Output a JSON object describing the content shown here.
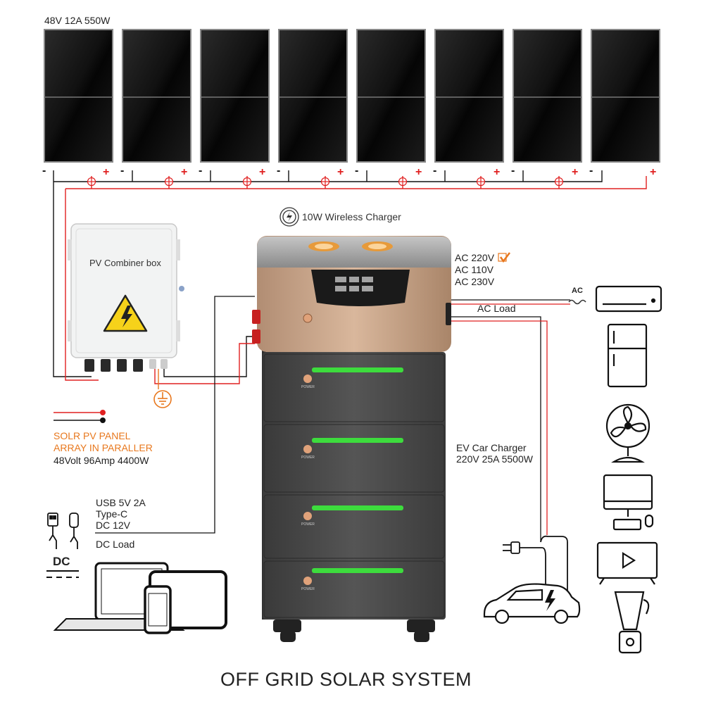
{
  "panel_spec": "48V 12A 550W",
  "panel_count": 8,
  "wireless_charger": "10W Wireless Charger",
  "combiner_box": "PV Combiner box",
  "ac_options": [
    "AC 220V",
    "AC 110V",
    "AC 230V"
  ],
  "ac_badge": "AC",
  "ac_load": "AC Load",
  "ev_charger": [
    "EV Car Charger",
    "220V 25A 5500W"
  ],
  "array_label": [
    "SOLR PV PANEL",
    "ARRAY IN PARALLER"
  ],
  "array_spec": "48Volt 96Amp 4400W",
  "dc_outputs": [
    "USB 5V 2A",
    "Type-C",
    "DC 12V"
  ],
  "dc_load": "DC Load",
  "dc_badge": "DC",
  "power_label": "POWER",
  "title": "OFF GRID SOLAR SYSTEM",
  "colors": {
    "positive": "#e02020",
    "negative": "#111111",
    "accent": "#e8781e",
    "cabinet": "#4a4a4a",
    "gold": "#c9a48a",
    "led": "#3ddc3d"
  }
}
